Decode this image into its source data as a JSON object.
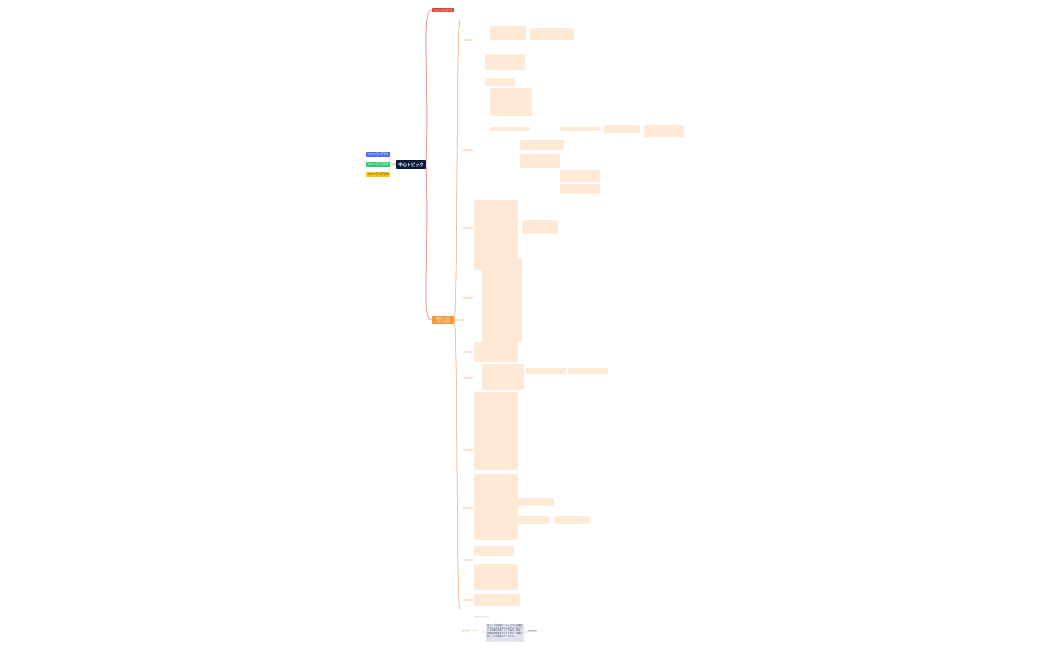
{
  "root": {
    "label": "中心トピック"
  },
  "left_tags": [
    {
      "label": "メインアイデア1",
      "color": "#4a6cf7"
    },
    {
      "label": "メインアイデア2",
      "color": "#2ecc71"
    },
    {
      "label": "メインアイデア3",
      "color": "#f5c518"
    }
  ],
  "branch_top": {
    "label": "メインアイデア1",
    "color": "#e0433a"
  },
  "branch_main": {
    "label": "知識ベースの\nシステム設計",
    "color": "#f29a3a"
  },
  "notes": {
    "floating": "フローティング",
    "summary_label": "まとめ / ノート"
  },
  "summary_text": "本マップは知識ベースシステムの構築プロセスをまとめたものです。各ブランチは要件定義、データ設計、実装、評価の各段階を示しています。詳細は各ノードを参照してください。",
  "summary_tail": "関連資料"
}
